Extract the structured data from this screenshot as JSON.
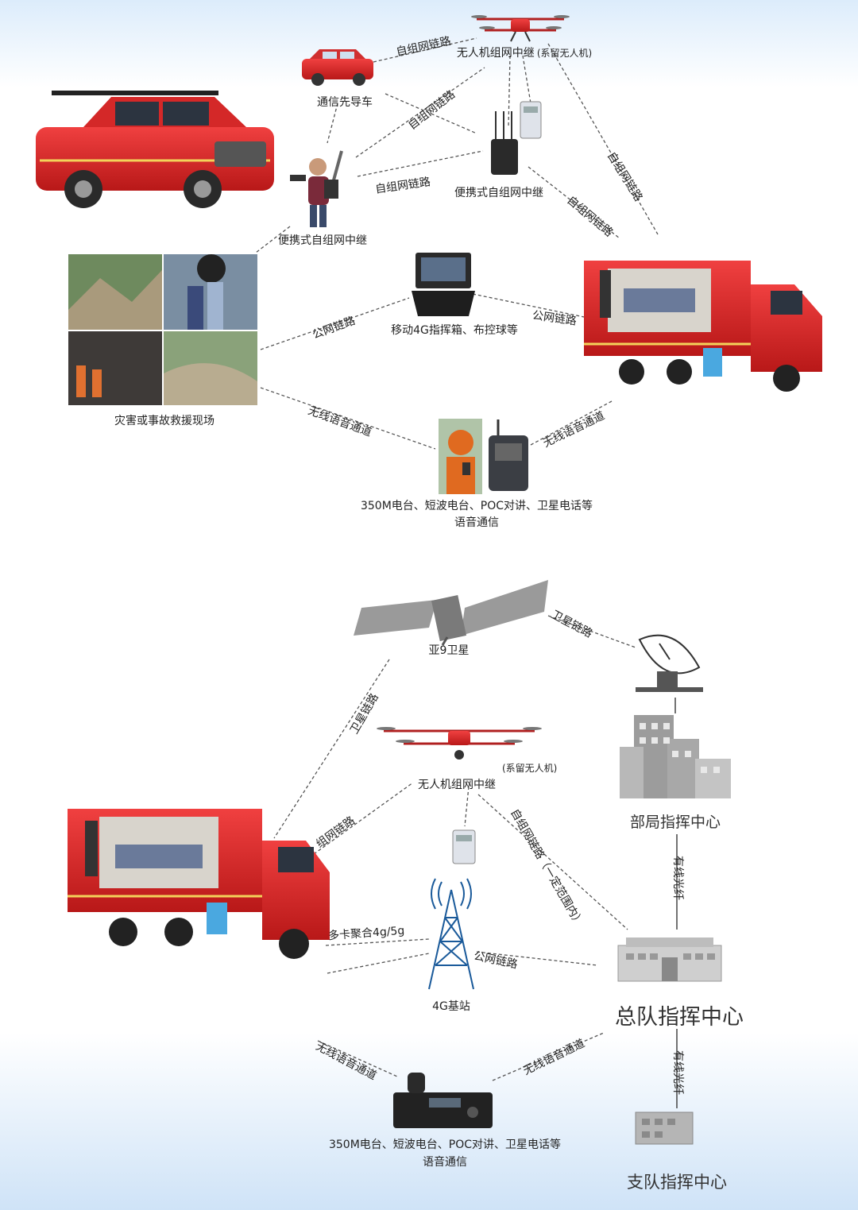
{
  "top": {
    "nodes": {
      "drone": "无人机组网中继",
      "drone_note": "(系留无人机)",
      "lead_car": "通信先导车",
      "portable_relay_right": "便携式自组网中继",
      "portable_relay_left": "便携式自组网中继",
      "cmd_box": "移动4G指挥箱、布控球等",
      "scene": "灾害或事故救援现场",
      "radio_line1": "350M电台、短波电台、POC对讲、卫星电话等",
      "radio_line2": "语音通信"
    },
    "links": {
      "l1": "自组网链路",
      "l2": "自组网链路",
      "l3": "自组网链路",
      "l4": "自组网链路",
      "l5": "自组网链路",
      "l6": "公网链路",
      "l7": "公网链路",
      "l8": "无线语音通道",
      "l9": "无线语音通道"
    }
  },
  "bottom": {
    "nodes": {
      "satellite": "亚9卫星",
      "drone": "无人机组网中继",
      "drone_note": "(系留无人机)",
      "ministry": "部局指挥中心",
      "base_station": "4G基站",
      "general": "总队指挥中心",
      "branch": "支队指挥中心",
      "radio_line1": "350M电台、短波电台、POC对讲、卫星电话等",
      "radio_line2": "语音通信"
    },
    "links": {
      "sat_right": "卫星链路",
      "sat_left": "卫星链路",
      "truck_drone": "组网链路",
      "drone_general": "自组网链路（一定范围内）",
      "multi_card": "多卡聚合4g/5g",
      "public": "公网链路",
      "fiber1": "有线光纤",
      "fiber2": "有线光纤",
      "voice_left": "无线语音通道",
      "voice_right": "无线语音通道"
    }
  }
}
